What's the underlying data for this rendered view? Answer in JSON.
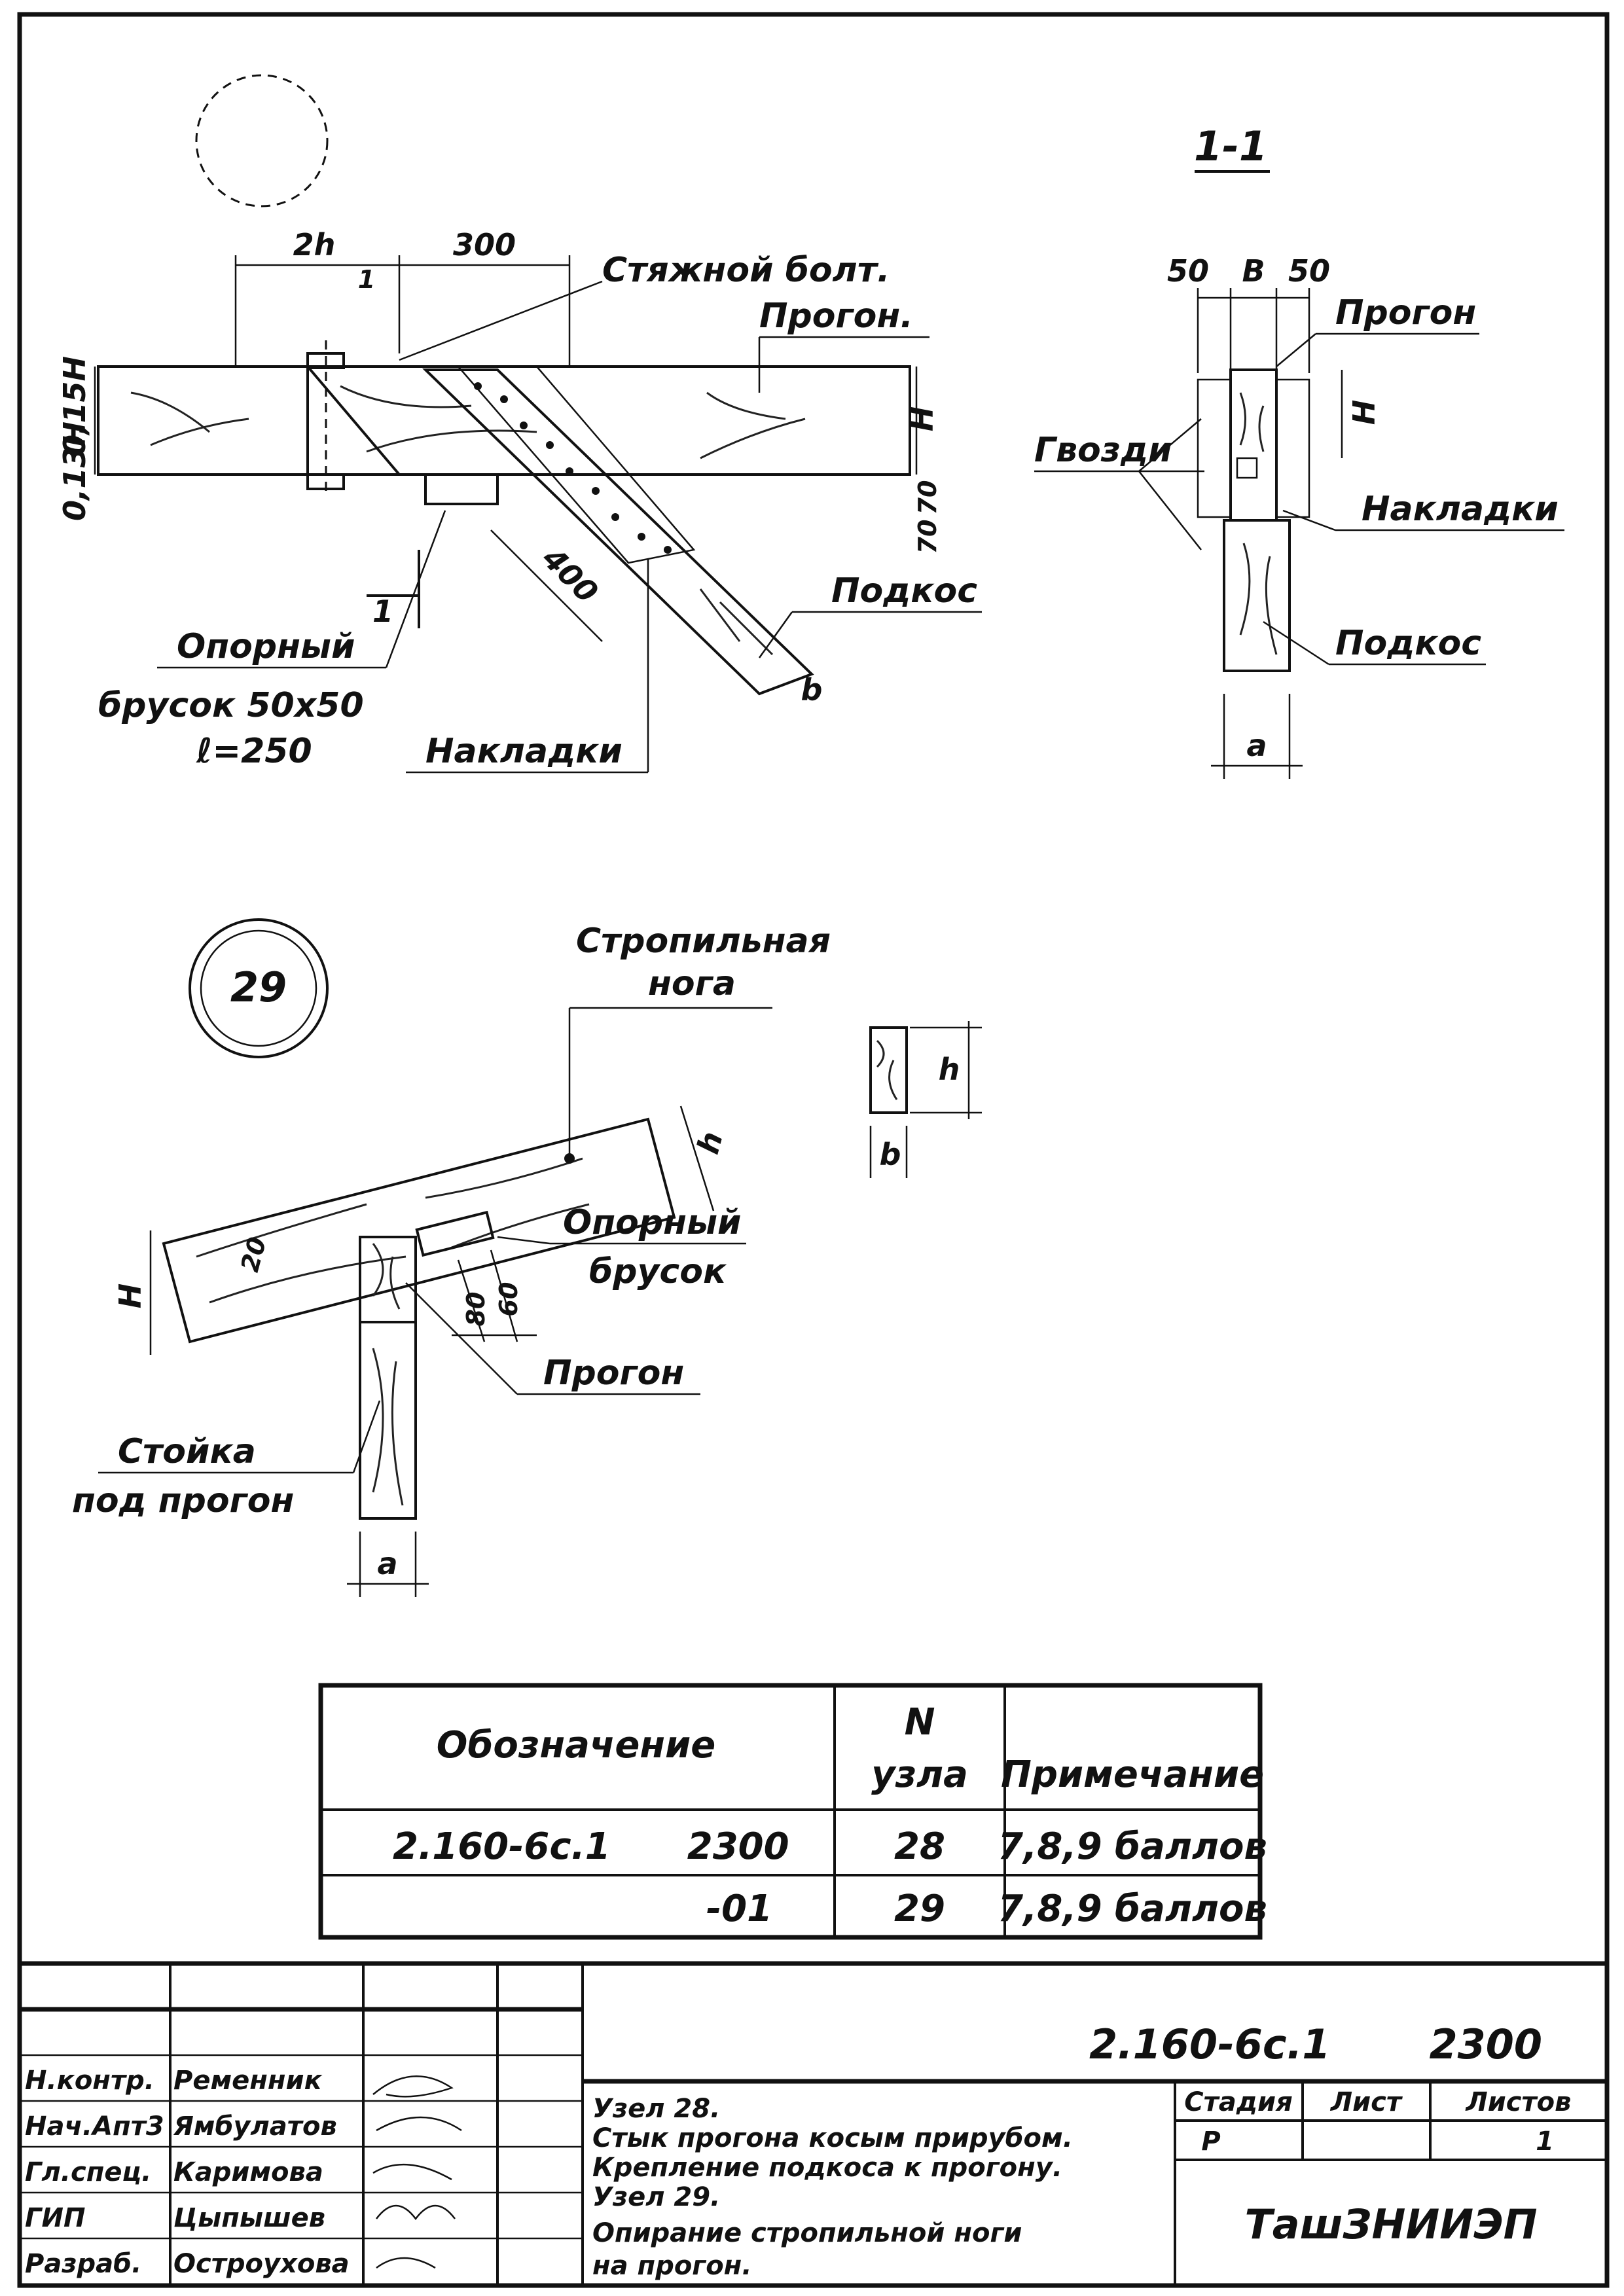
{
  "node28": {
    "callout_number": "",
    "section_label": "1-1",
    "dims": {
      "d_2h": "2h",
      "d_300": "300",
      "d_400": "400",
      "d_70a": "70",
      "d_70b": "70",
      "d_15h": "0,15H",
      "d_13h": "0,13H",
      "d_H": "H",
      "d_b": "b",
      "d_50a": "50",
      "d_b_sec": "B",
      "d_50b": "50",
      "d_H_sec": "H",
      "d_a": "a",
      "d_1": "1",
      "d_1b": "1"
    },
    "labels": {
      "bolt": "Стяжной болт.",
      "purlin": "Прогон.",
      "strut": "Подкос",
      "block1": "Опорный",
      "block2": "брусок 50х50",
      "block3": "ℓ=250",
      "plates": "Накладки",
      "purlin_sec": "Прогон",
      "nails": "Гвозди",
      "plates_sec": "Накладки",
      "strut_sec": "Подкос"
    }
  },
  "node29": {
    "callout_number": "29",
    "labels": {
      "rafter1": "Стропильная",
      "rafter2": "нога",
      "block1": "Опорный",
      "block2": "брусок",
      "purlin": "Прогон",
      "post1": "Стойка",
      "post2": "под прогон"
    },
    "dims": {
      "h": "h",
      "H": "H",
      "h20": "20",
      "d80": "80",
      "d60": "60",
      "a": "a",
      "h_sec": "h",
      "b_sec": "b"
    }
  },
  "spec_table": {
    "headers": {
      "designation": "Обозначение",
      "node_no_1": "N",
      "node_no_2": "узла",
      "note": "Примечание"
    },
    "rows": [
      {
        "designation": "2.160-6с.1      2300",
        "node": "28",
        "note": "7,8,9 баллов"
      },
      {
        "designation": "-01",
        "node": "29",
        "note": "7,8,9 баллов"
      }
    ]
  },
  "title_block": {
    "doc_code": "2.160-6с.1       2300",
    "staff": [
      {
        "role": "Н.контр.",
        "name": "Ременник"
      },
      {
        "role": "Нач.Апт3",
        "name": "Ямбулатов"
      },
      {
        "role": "Гл.спец.",
        "name": "Каримова"
      },
      {
        "role": "ГИП",
        "name": "Цыпышев"
      },
      {
        "role": "Разраб.",
        "name": "Остроухова"
      }
    ],
    "description": [
      "Узел 28.",
      "Стык прогона косым прирубом.",
      "Крепление подкоса к прогону.",
      "Узел 29.",
      "Опирание стропильной ноги",
      "на прогон."
    ],
    "stage_header": "Стадия",
    "sheet_header": "Лист",
    "sheets_header": "Листов",
    "stage": "Р",
    "sheet": "",
    "sheets": "1",
    "org": "ТашЗНИИЭП"
  }
}
